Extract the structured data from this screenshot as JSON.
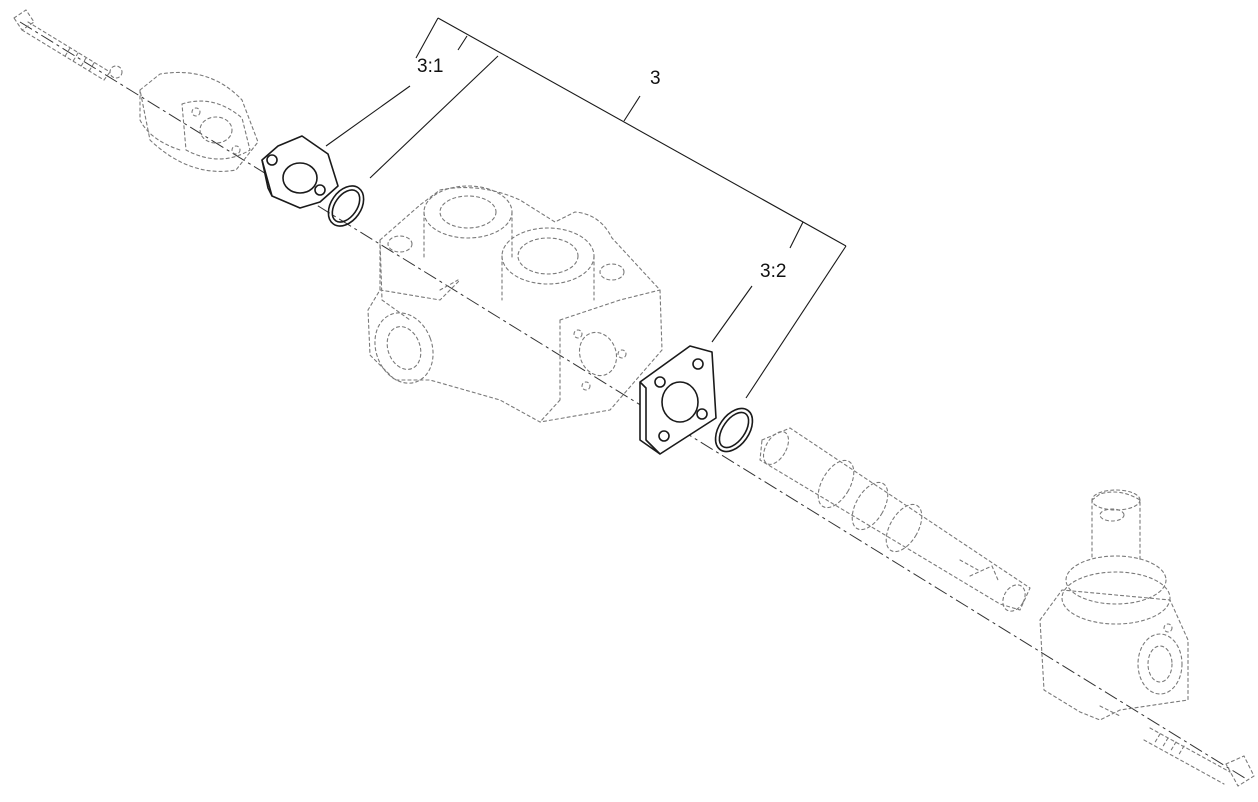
{
  "diagram": {
    "callouts": {
      "assembly": "3",
      "part_1": "3:1",
      "part_2": "3:2"
    }
  }
}
